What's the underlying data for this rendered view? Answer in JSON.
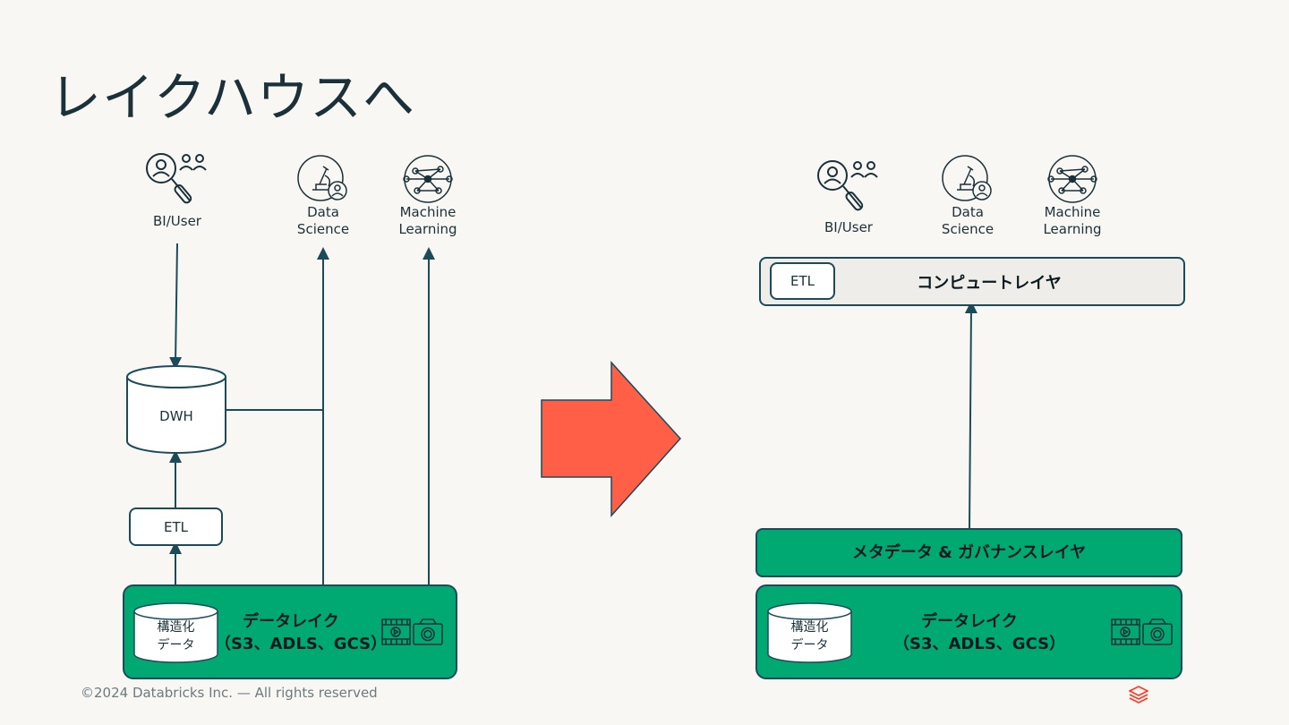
{
  "title": "レイクハウスへ",
  "left": {
    "personas": [
      {
        "label": "BI/User",
        "icon": "bi-user-icon"
      },
      {
        "label": "Data\nScience",
        "icon": "data-science-icon"
      },
      {
        "label": "Machine\nLearning",
        "icon": "machine-learning-icon"
      }
    ],
    "dwh_label": "DWH",
    "etl_label": "ETL",
    "lake_title": "データレイク",
    "lake_subtitle": "（S3、ADLS、GCS）",
    "structured_label": "構造化\nデータ"
  },
  "right": {
    "personas": [
      {
        "label": "BI/User",
        "icon": "bi-user-icon"
      },
      {
        "label": "Data\nScience",
        "icon": "data-science-icon"
      },
      {
        "label": "Machine\nLearning",
        "icon": "machine-learning-icon"
      }
    ],
    "etl_label": "ETL",
    "compute_label": "コンピュートレイヤ",
    "governance_label": "メタデータ & ガバナンスレイヤ",
    "lake_title": "データレイク",
    "lake_subtitle": "（S3、ADLS、GCS）",
    "structured_label": "構造化\nデータ"
  },
  "footer": "©2024 Databricks Inc. — All rights reserved",
  "colors": {
    "accent_arrow": "#ff5f46",
    "lake_green": "#00a972",
    "line": "#1b4b5a",
    "background": "#f8f7f4"
  }
}
